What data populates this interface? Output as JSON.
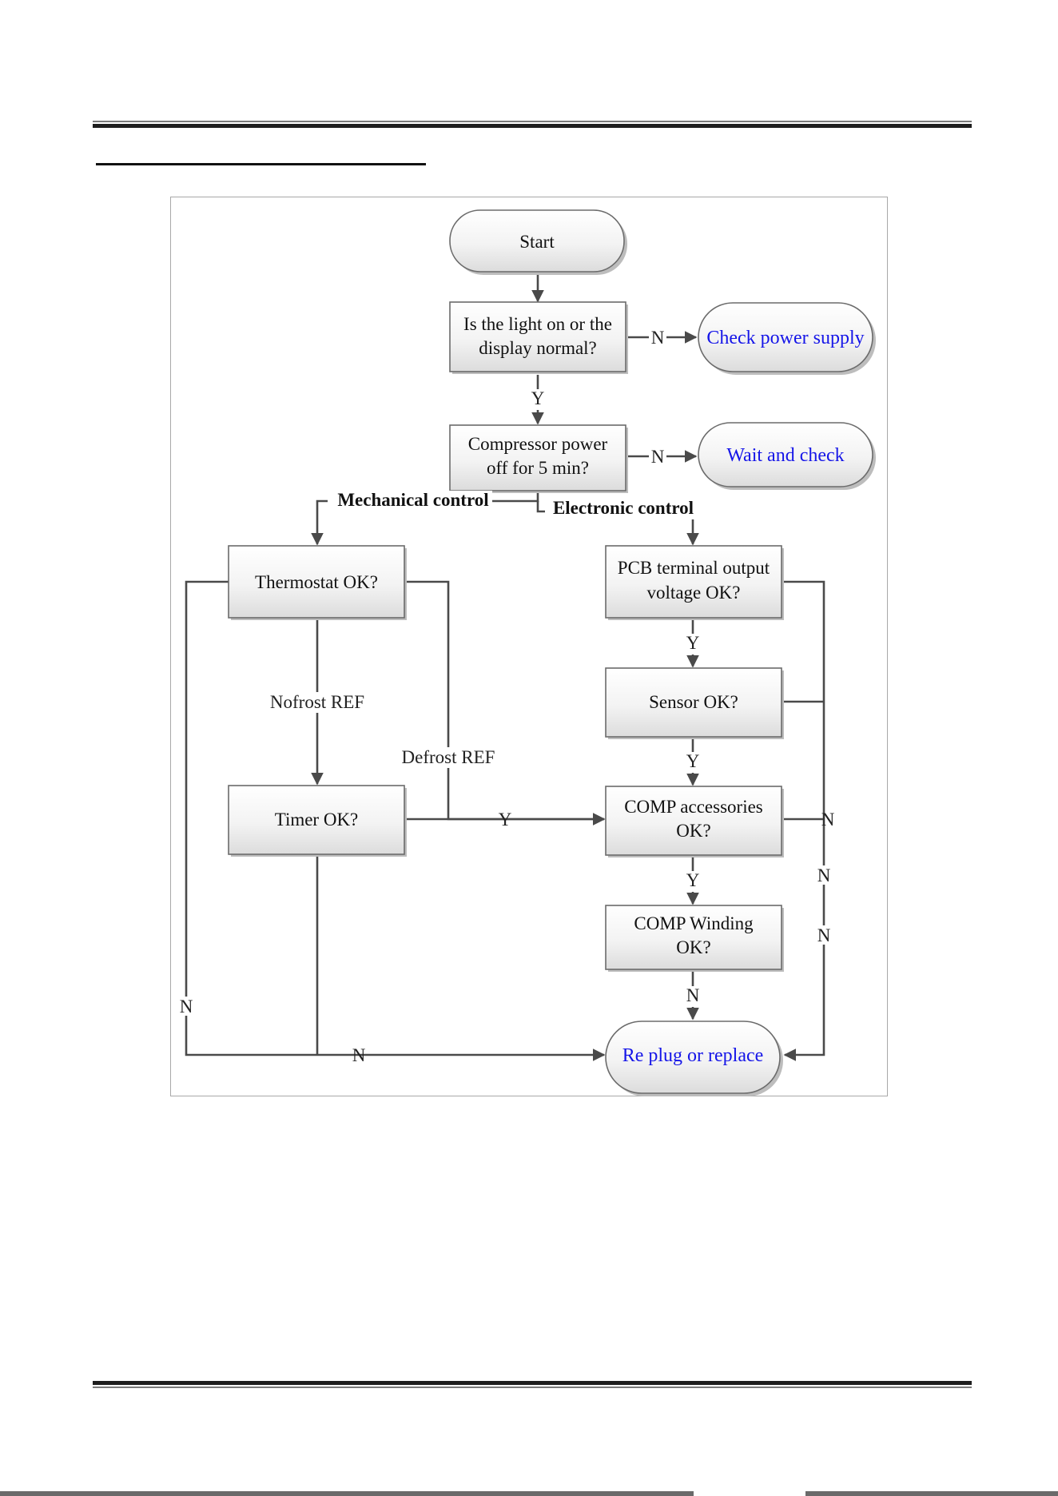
{
  "nodes": {
    "start": "Start",
    "light_line1": "Is the light on or the",
    "light_line2": "display normal?",
    "check_power": "Check power supply",
    "comp_line1": "Compressor power",
    "comp_line2": "off for 5 min?",
    "wait_check": "Wait and check",
    "thermostat": "Thermostat OK?",
    "timer": "Timer OK?",
    "pcb_line1": "PCB terminal output",
    "pcb_line2": "voltage OK?",
    "sensor": "Sensor OK?",
    "comp_acc_line1": "COMP accessories",
    "comp_acc_line2": "OK?",
    "comp_wind_line1": "COMP Winding",
    "comp_wind_line2": "OK?",
    "replug": "Re plug or replace"
  },
  "labels": {
    "mechanical": "Mechanical control",
    "electronic": "Electronic control",
    "nofrost": "Nofrost REF",
    "defrost": "Defrost REF",
    "y": "Y",
    "n": "N"
  },
  "colors": {
    "terminal_text": "#1515e8",
    "connector": "#4a4a4a",
    "box_border": "#6b6b6b"
  }
}
